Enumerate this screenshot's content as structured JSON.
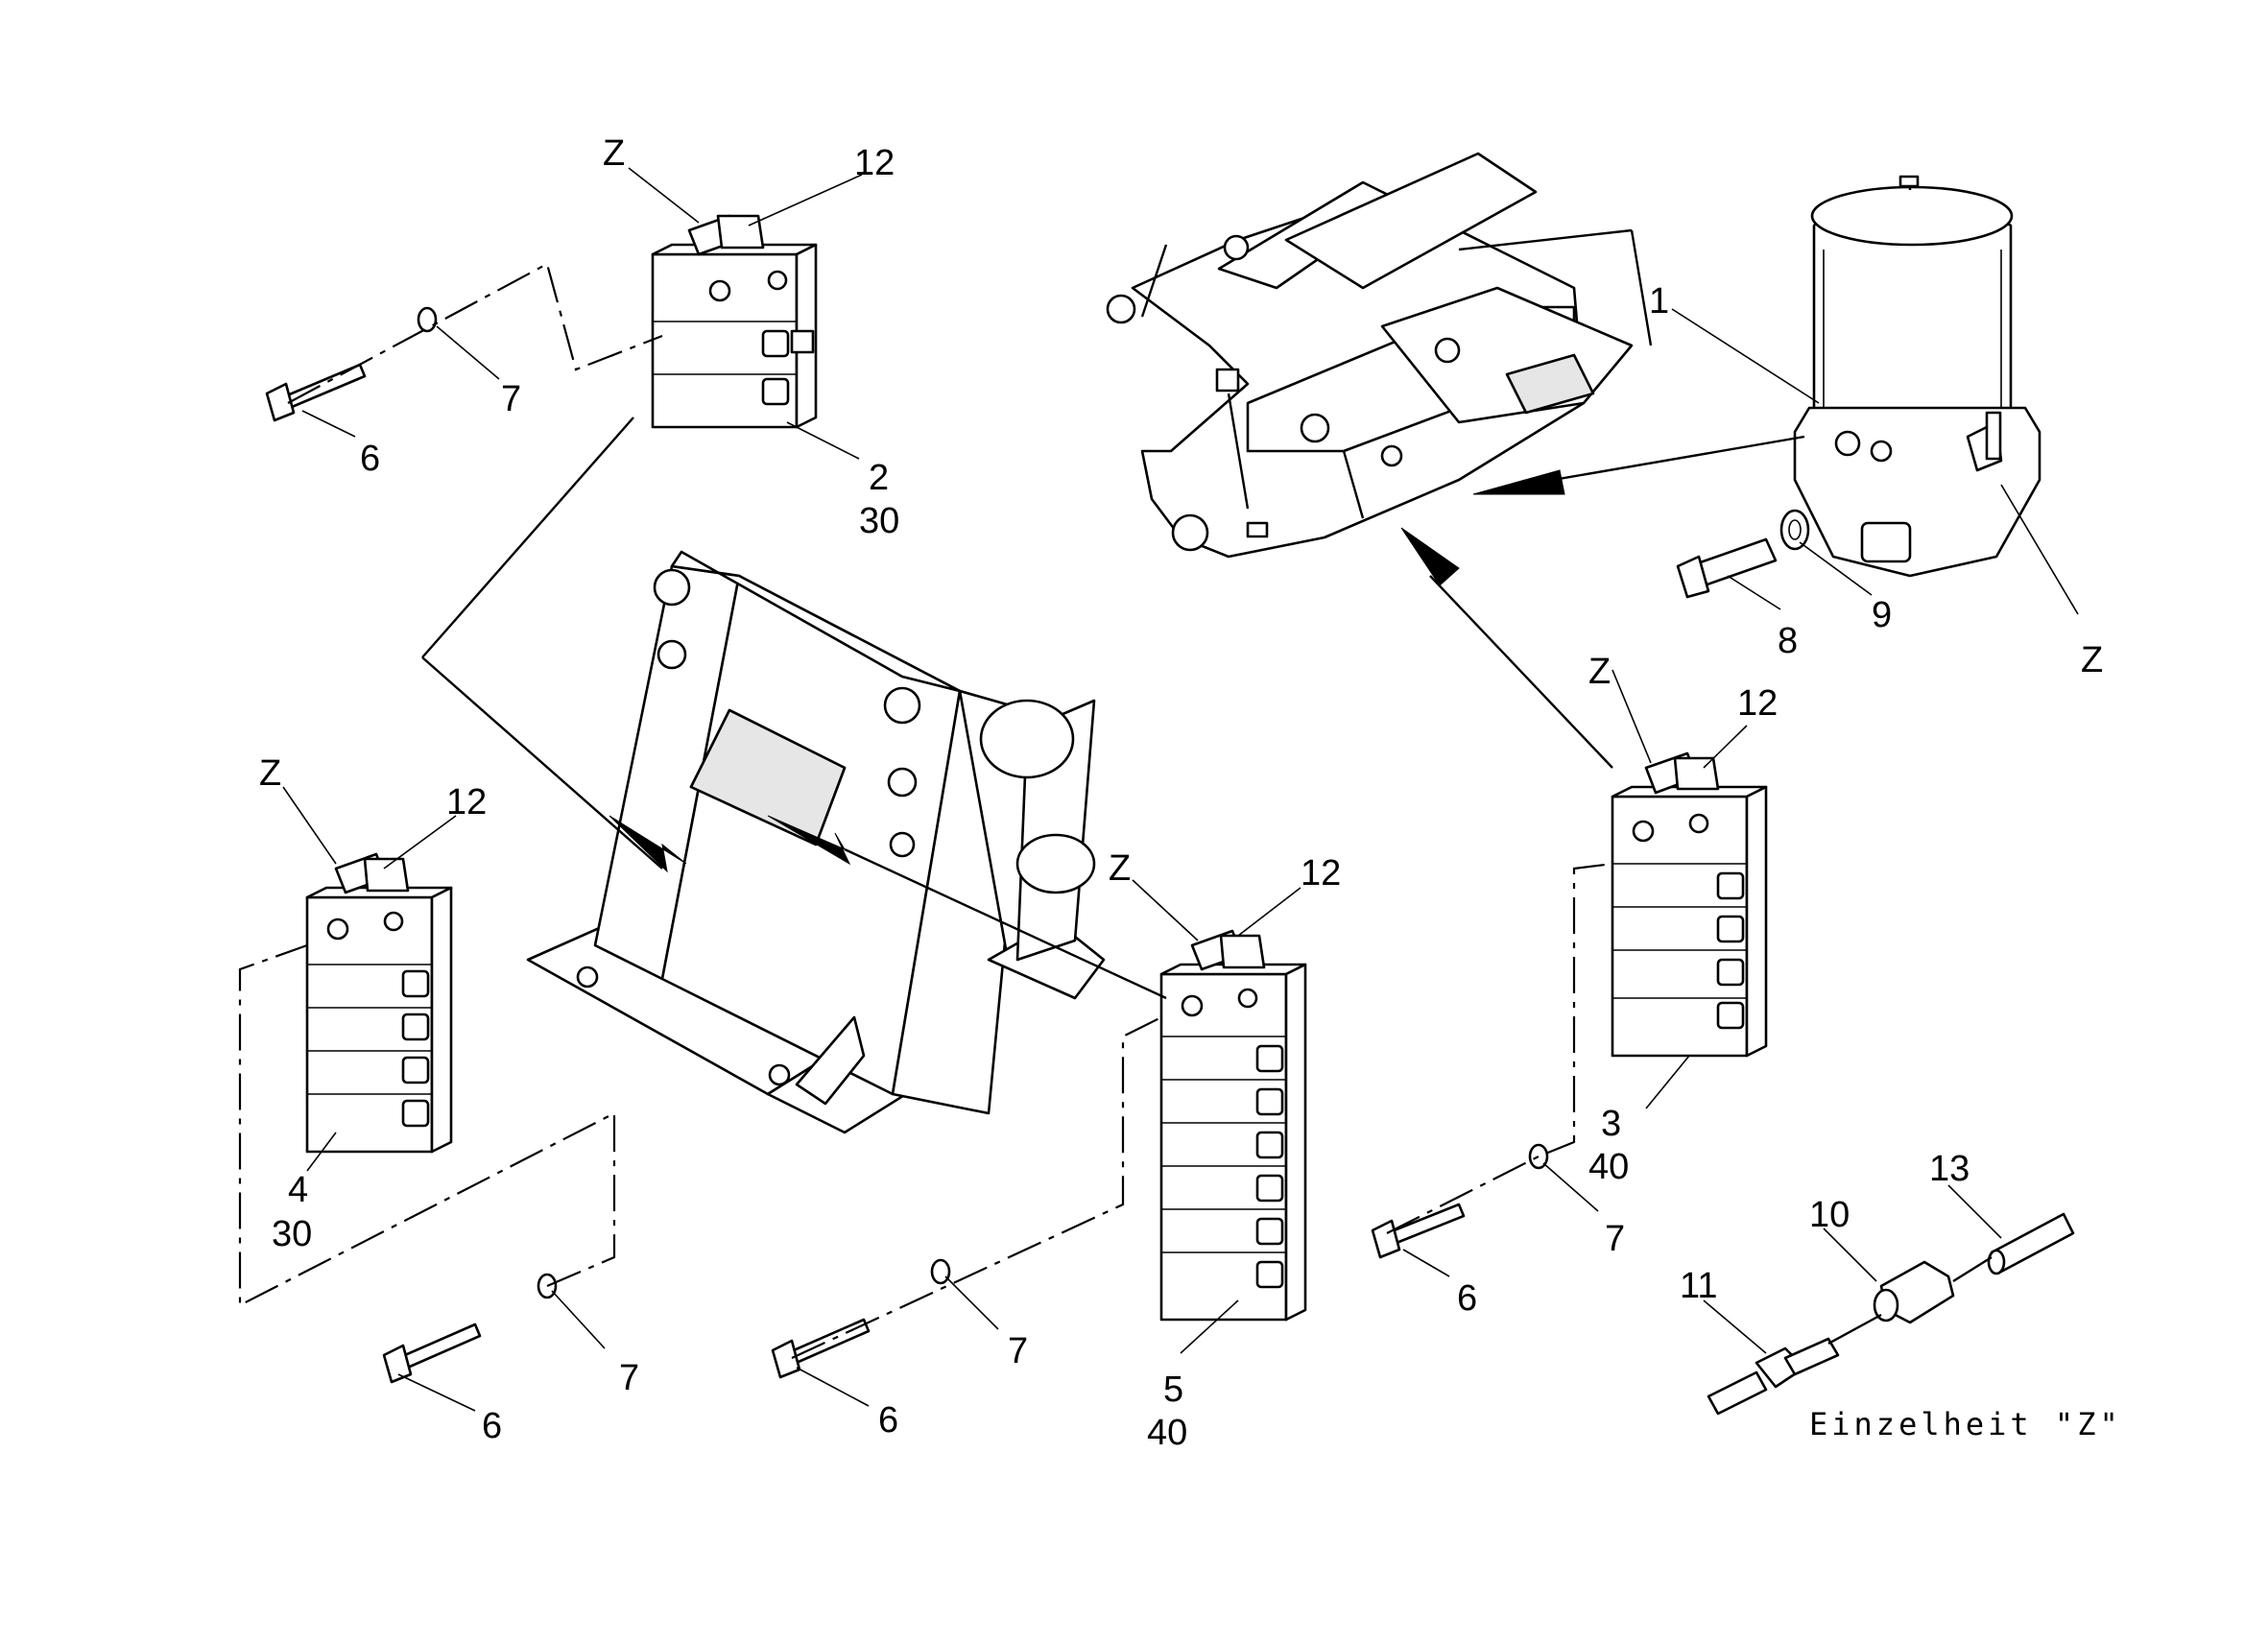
{
  "callouts": {
    "c_z1": "Z",
    "c_12a": "12",
    "c_7a": "7",
    "c_6a": "6",
    "c_2": "2",
    "c_30a": "30",
    "c_1": "1",
    "c_8": "8",
    "c_9": "9",
    "c_z2": "Z",
    "c_z3": "Z",
    "c_12b": "12",
    "c_3": "3",
    "c_40a": "40",
    "c_7b": "7",
    "c_6b": "6",
    "c_z4": "Z",
    "c_12c": "12",
    "c_4": "4",
    "c_30b": "30",
    "c_7c": "7",
    "c_6c": "6",
    "c_z5": "Z",
    "c_12d": "12",
    "c_5": "5",
    "c_40b": "40",
    "c_7d": "7",
    "c_6d": "6",
    "c_13": "13",
    "c_10": "10",
    "c_11": "11"
  },
  "detail_caption": "Einzelheit \"Z\""
}
